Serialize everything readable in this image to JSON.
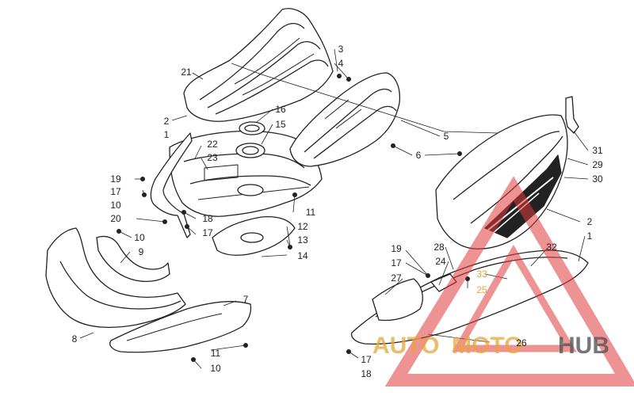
{
  "diagram": {
    "callouts": [
      {
        "id": "c1",
        "label": "1"
      },
      {
        "id": "c2",
        "label": "2"
      },
      {
        "id": "c3",
        "label": "3"
      },
      {
        "id": "c4",
        "label": "4"
      },
      {
        "id": "c5",
        "label": "5"
      },
      {
        "id": "c6",
        "label": "6"
      },
      {
        "id": "c7",
        "label": "7"
      },
      {
        "id": "c8",
        "label": "8"
      },
      {
        "id": "c9",
        "label": "9"
      },
      {
        "id": "c10",
        "label": "10"
      },
      {
        "id": "c11",
        "label": "11"
      },
      {
        "id": "c12",
        "label": "12"
      },
      {
        "id": "c13",
        "label": "13"
      },
      {
        "id": "c14",
        "label": "14"
      },
      {
        "id": "c15",
        "label": "15"
      },
      {
        "id": "c16",
        "label": "16"
      },
      {
        "id": "c17",
        "label": "17"
      },
      {
        "id": "c18",
        "label": "18"
      },
      {
        "id": "c19",
        "label": "19"
      },
      {
        "id": "c20",
        "label": "20"
      },
      {
        "id": "c21",
        "label": "21"
      },
      {
        "id": "c22",
        "label": "22"
      },
      {
        "id": "c23",
        "label": "23"
      },
      {
        "id": "c24",
        "label": "24"
      },
      {
        "id": "c25",
        "label": "25"
      },
      {
        "id": "c26",
        "label": "26"
      },
      {
        "id": "c27",
        "label": "27"
      },
      {
        "id": "c28",
        "label": "28"
      },
      {
        "id": "c29",
        "label": "29"
      },
      {
        "id": "c30",
        "label": "30"
      },
      {
        "id": "c31",
        "label": "31"
      },
      {
        "id": "c32",
        "label": "32"
      },
      {
        "id": "c33",
        "label": "33"
      }
    ]
  },
  "watermark": {
    "text_auto": "AUTO",
    "text_moto": "MOTO",
    "text_hub": "HUB",
    "color_red": "#e03a3a",
    "color_gold": "#e8a33a",
    "color_dark": "#555555"
  },
  "colors": {
    "line": "#222222",
    "paper": "#ffffff"
  }
}
